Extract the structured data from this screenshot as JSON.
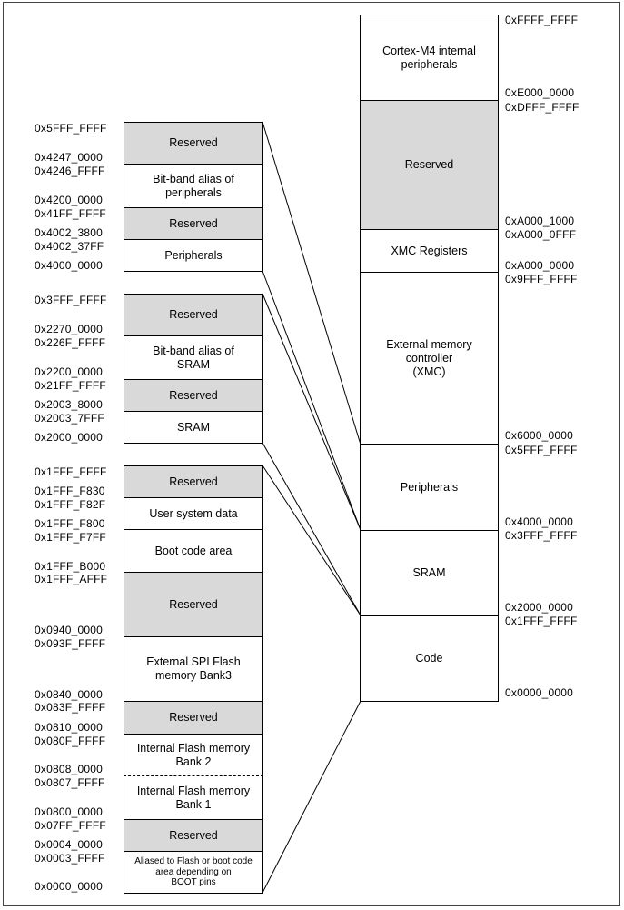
{
  "colors": {
    "reserved_fill": "#d9d9d9",
    "block_fill": "#ffffff",
    "line": "#000000"
  },
  "right_column": {
    "blocks": [
      {
        "label": "Cortex-M4 internal\nperipherals",
        "reserved": false
      },
      {
        "label": "Reserved",
        "reserved": true
      },
      {
        "label": "XMC Registers",
        "reserved": false
      },
      {
        "label": "External memory\ncontroller\n(XMC)",
        "reserved": false
      },
      {
        "label": "Peripherals",
        "reserved": false
      },
      {
        "label": "SRAM",
        "reserved": false
      },
      {
        "label": "Code",
        "reserved": false
      }
    ],
    "addresses": [
      "0xFFFF_FFFF",
      "0xE000_0000",
      "0xDFFF_FFFF",
      "0xA000_1000",
      "0xA000_0FFF",
      "0xA000_0000",
      "0x9FFF_FFFF",
      "0x6000_0000",
      "0x5FFF_FFFF",
      "0x4000_0000",
      "0x3FFF_FFFF",
      "0x2000_0000",
      "0x1FFF_FFFF",
      "0x0000_0000"
    ]
  },
  "peripheral_column": {
    "blocks": [
      {
        "label": "Reserved",
        "reserved": true
      },
      {
        "label": "Bit-band alias of\nperipherals",
        "reserved": false
      },
      {
        "label": "Reserved",
        "reserved": true
      },
      {
        "label": "Peripherals",
        "reserved": false
      }
    ],
    "addresses": [
      "0x5FFF_FFFF",
      "0x4247_0000",
      "0x4246_FFFF",
      "0x4200_0000",
      "0x41FF_FFFF",
      "0x4002_3800",
      "0x4002_37FF",
      "0x4000_0000"
    ]
  },
  "sram_column": {
    "blocks": [
      {
        "label": "Reserved",
        "reserved": true
      },
      {
        "label": "Bit-band alias of\nSRAM",
        "reserved": false
      },
      {
        "label": "Reserved",
        "reserved": true
      },
      {
        "label": "SRAM",
        "reserved": false
      }
    ],
    "addresses": [
      "0x3FFF_FFFF",
      "0x2270_0000",
      "0x226F_FFFF",
      "0x2200_0000",
      "0x21FF_FFFF",
      "0x2003_8000",
      "0x2003_7FFF",
      "0x2000_0000"
    ]
  },
  "code_column": {
    "blocks": [
      {
        "label": "Reserved",
        "reserved": true
      },
      {
        "label": "User system data",
        "reserved": false
      },
      {
        "label": "Boot code area",
        "reserved": false
      },
      {
        "label": "Reserved",
        "reserved": true
      },
      {
        "label": "External SPI Flash\nmemory Bank3",
        "reserved": false
      },
      {
        "label": "Reserved",
        "reserved": true
      },
      {
        "label": "Internal Flash memory\nBank 2",
        "reserved": false
      },
      {
        "label": "Internal Flash memory\nBank 1",
        "reserved": false
      },
      {
        "label": "Reserved",
        "reserved": true
      },
      {
        "label": "Aliased to Flash or boot code\narea depending on\nBOOT pins",
        "reserved": false
      }
    ],
    "addresses": [
      "0x1FFF_FFFF",
      "0x1FFF_F830",
      "0x1FFF_F82F",
      "0x1FFF_F800",
      "0x1FFF_F7FF",
      "0x1FFF_B000",
      "0x1FFF_AFFF",
      "0x0940_0000",
      "0x093F_FFFF",
      "0x0840_0000",
      "0x083F_FFFF",
      "0x0810_0000",
      "0x080F_FFFF",
      "0x0808_0000",
      "0x0807_FFFF",
      "0x0800_0000",
      "0x07FF_FFFF",
      "0x0004_0000",
      "0x0003_FFFF",
      "0x0000_0000"
    ]
  }
}
